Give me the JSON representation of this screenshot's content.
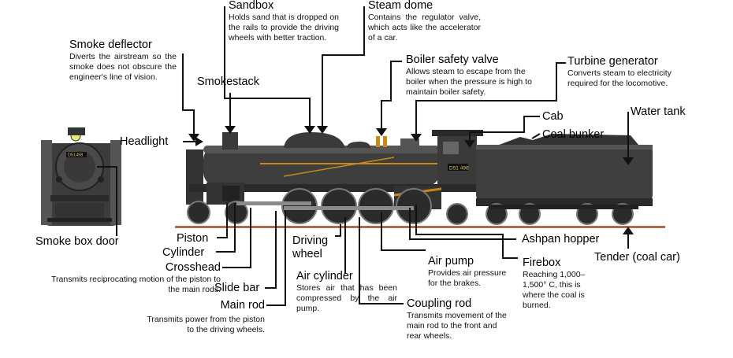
{
  "labels": {
    "sandbox": {
      "title": "Sandbox",
      "desc": "Holds sand that is dropped on the rails to provide the driving wheels with better traction."
    },
    "steam_dome": {
      "title": "Steam dome",
      "desc": "Contains the regulator valve, which acts like the accelerator of a car."
    },
    "smoke_deflector": {
      "title": "Smoke deflector",
      "desc": "Diverts the airstream so the smoke does not obscure the engineer's line of vision."
    },
    "smokestack": {
      "title": "Smokestack"
    },
    "boiler_safety_valve": {
      "title": "Boiler safety valve",
      "desc": "Allows steam to escape from the boiler when the pressure is high to maintain boiler safety."
    },
    "turbine_generator": {
      "title": "Turbine generator",
      "desc": "Converts steam to electricity required for the locomotive."
    },
    "cab": {
      "title": "Cab"
    },
    "coal_bunker": {
      "title": "Coal bunker"
    },
    "water_tank": {
      "title": "Water tank"
    },
    "headlight": {
      "title": "Headlight"
    },
    "smoke_box_door": {
      "title": "Smoke box door"
    },
    "piston": {
      "title": "Piston"
    },
    "cylinder": {
      "title": "Cylinder"
    },
    "crosshead": {
      "title": "Crosshead",
      "desc": "Transmits reciprocating motion of the piston to the main rods."
    },
    "slide_bar": {
      "title": "Slide bar"
    },
    "main_rod": {
      "title": "Main rod",
      "desc": "Transmits power from the piston to the driving wheels."
    },
    "driving_wheel": {
      "title": "Driving wheel"
    },
    "air_cylinder": {
      "title": "Air cylinder",
      "desc": "Stores air that has been compressed by the air pump."
    },
    "coupling_rod": {
      "title": "Coupling rod",
      "desc": "Transmits movement of the main rod to the front and rear wheels."
    },
    "air_pump": {
      "title": "Air pump",
      "desc": "Provides air pressure for the brakes."
    },
    "firebox": {
      "title": "Firebox",
      "desc": "Reaching 1,000–1,500° C, this is where the coal is burned."
    },
    "ashpan_hopper": {
      "title": "Ashpan hopper"
    },
    "tender": {
      "title": "Tender (coal car)"
    }
  },
  "plates": {
    "loco_number": "D51 498",
    "front_number": "D51498"
  },
  "colors": {
    "body": "#3f3f3f",
    "dark": "#2a2a2a",
    "rail": "#b06a4a",
    "leader": "#111111",
    "accent": "#c8891a"
  }
}
